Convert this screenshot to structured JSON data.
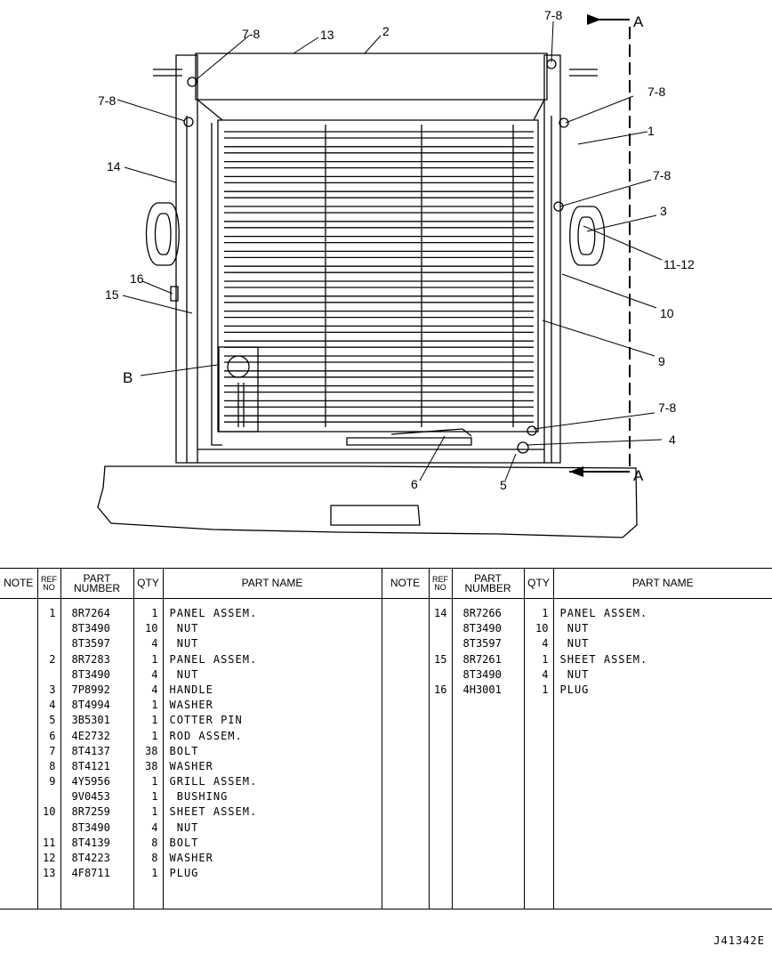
{
  "drawing": {
    "callouts": [
      "7-8",
      "13",
      "2",
      "7-8",
      "A",
      "7-8",
      "7-8",
      "1",
      "14",
      "7-8",
      "3",
      "11-12",
      "16",
      "15",
      "10",
      "9",
      "B",
      "7-8",
      "4",
      "6",
      "5",
      "A"
    ]
  },
  "table": {
    "headers": [
      "NOTE",
      "REF NO",
      "PART NUMBER",
      "QTY",
      "PART NAME"
    ],
    "left_rows": [
      {
        "ref": "1",
        "part": "8R7264",
        "qty": "1",
        "name": "PANEL ASSEM."
      },
      {
        "ref": "",
        "part": "8T3490",
        "qty": "10",
        "name": " NUT"
      },
      {
        "ref": "",
        "part": "8T3597",
        "qty": "4",
        "name": " NUT"
      },
      {
        "ref": "2",
        "part": "8R7283",
        "qty": "1",
        "name": "PANEL ASSEM."
      },
      {
        "ref": "",
        "part": "8T3490",
        "qty": "4",
        "name": " NUT"
      },
      {
        "ref": "3",
        "part": "7P8992",
        "qty": "4",
        "name": "HANDLE"
      },
      {
        "ref": "4",
        "part": "8T4994",
        "qty": "1",
        "name": "WASHER"
      },
      {
        "ref": "5",
        "part": "3B5301",
        "qty": "1",
        "name": "COTTER PIN"
      },
      {
        "ref": "6",
        "part": "4E2732",
        "qty": "1",
        "name": "ROD ASSEM."
      },
      {
        "ref": "7",
        "part": "8T4137",
        "qty": "38",
        "name": "BOLT"
      },
      {
        "ref": "8",
        "part": "8T4121",
        "qty": "38",
        "name": "WASHER"
      },
      {
        "ref": "9",
        "part": "4Y5956",
        "qty": "1",
        "name": "GRILL ASSEM."
      },
      {
        "ref": "",
        "part": "9V0453",
        "qty": "1",
        "name": " BUSHING"
      },
      {
        "ref": "10",
        "part": "8R7259",
        "qty": "1",
        "name": "SHEET ASSEM."
      },
      {
        "ref": "",
        "part": "8T3490",
        "qty": "4",
        "name": " NUT"
      },
      {
        "ref": "11",
        "part": "8T4139",
        "qty": "8",
        "name": "BOLT"
      },
      {
        "ref": "12",
        "part": "8T4223",
        "qty": "8",
        "name": "WASHER"
      },
      {
        "ref": "13",
        "part": "4F8711",
        "qty": "1",
        "name": "PLUG"
      }
    ],
    "right_rows": [
      {
        "ref": "14",
        "part": "8R7266",
        "qty": "1",
        "name": "PANEL ASSEM."
      },
      {
        "ref": "",
        "part": "8T3490",
        "qty": "10",
        "name": " NUT"
      },
      {
        "ref": "",
        "part": "8T3597",
        "qty": "4",
        "name": " NUT"
      },
      {
        "ref": "15",
        "part": "8R7261",
        "qty": "1",
        "name": "SHEET ASSEM."
      },
      {
        "ref": "",
        "part": "8T3490",
        "qty": "4",
        "name": " NUT"
      },
      {
        "ref": "16",
        "part": "4H3001",
        "qty": "1",
        "name": "PLUG"
      }
    ]
  },
  "drawing_number": "J41342E"
}
